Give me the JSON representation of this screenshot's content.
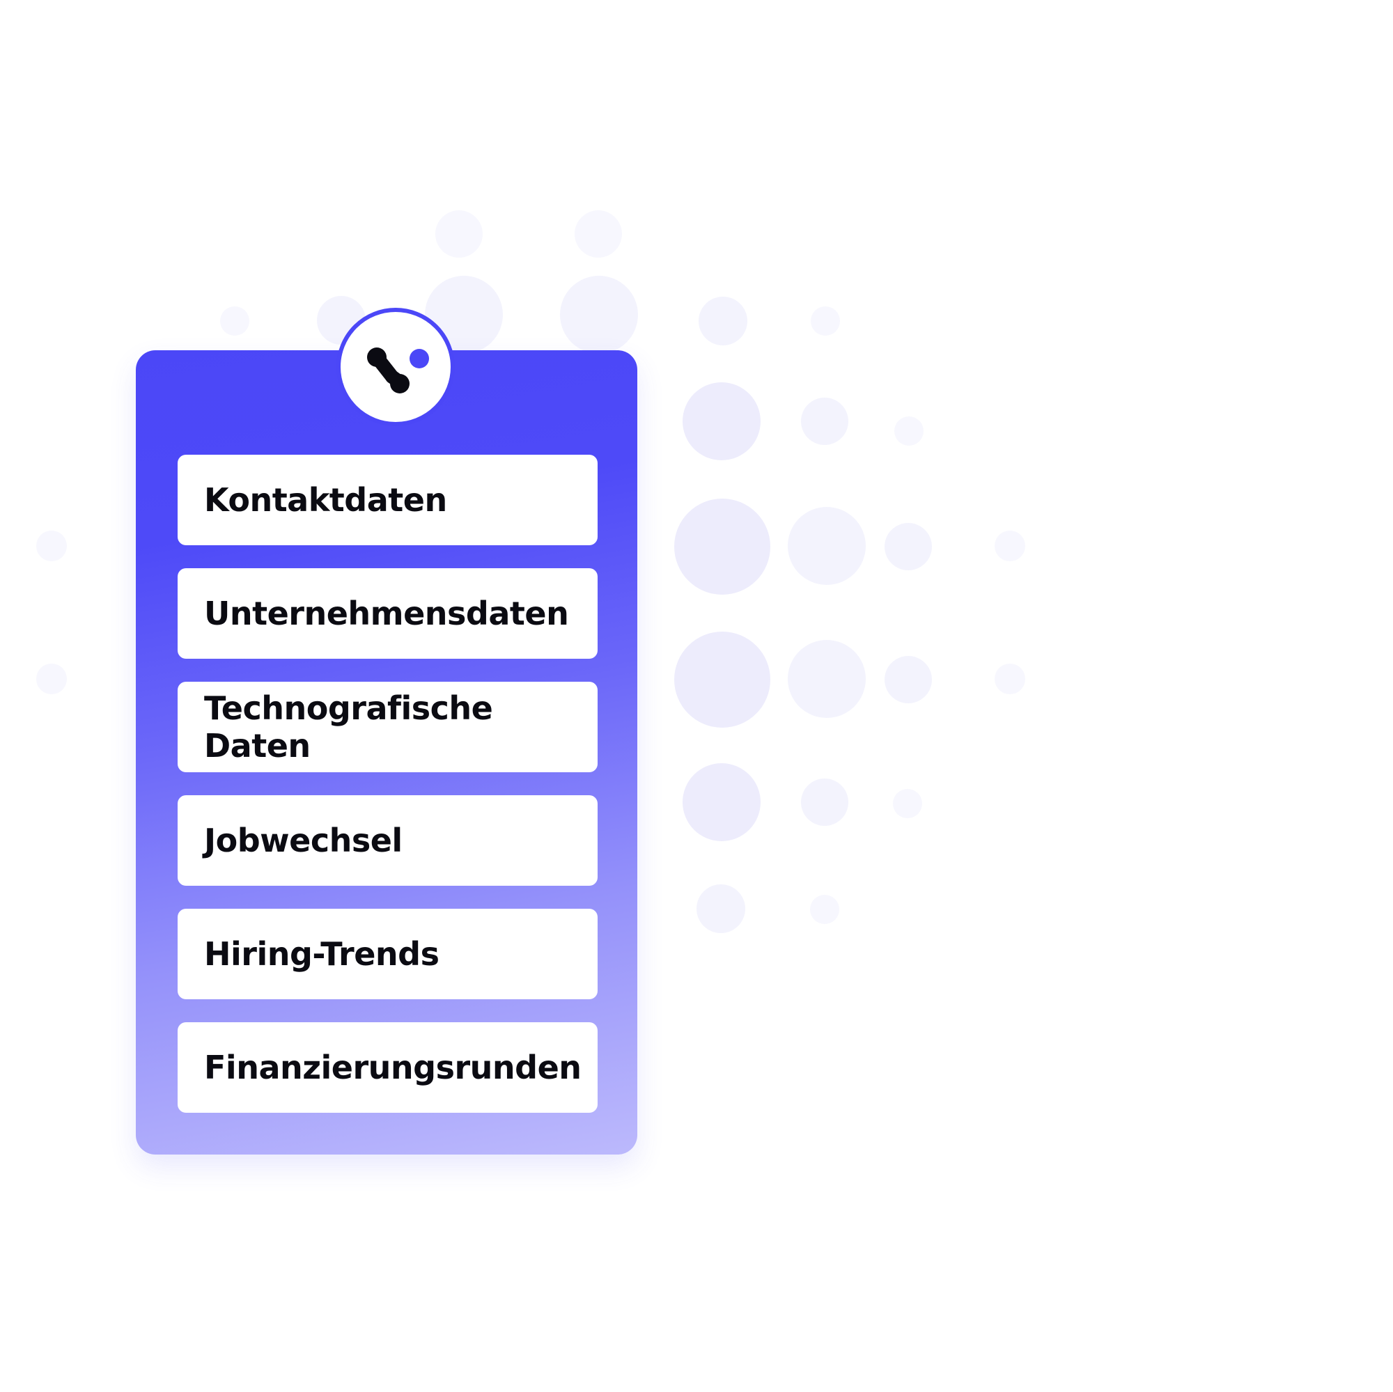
{
  "brand": {
    "logo_icon": "connected-nodes-logo-icon",
    "accent_color": "#4b47f7",
    "dot_color": "#edecfc"
  },
  "data_types": {
    "items": [
      {
        "label": "Kontaktdaten"
      },
      {
        "label": "Unternehmensdaten"
      },
      {
        "label": "Technografische Daten"
      },
      {
        "label": "Jobwechsel"
      },
      {
        "label": "Hiring-Trends"
      },
      {
        "label": "Finanzierungsrunden"
      }
    ]
  }
}
